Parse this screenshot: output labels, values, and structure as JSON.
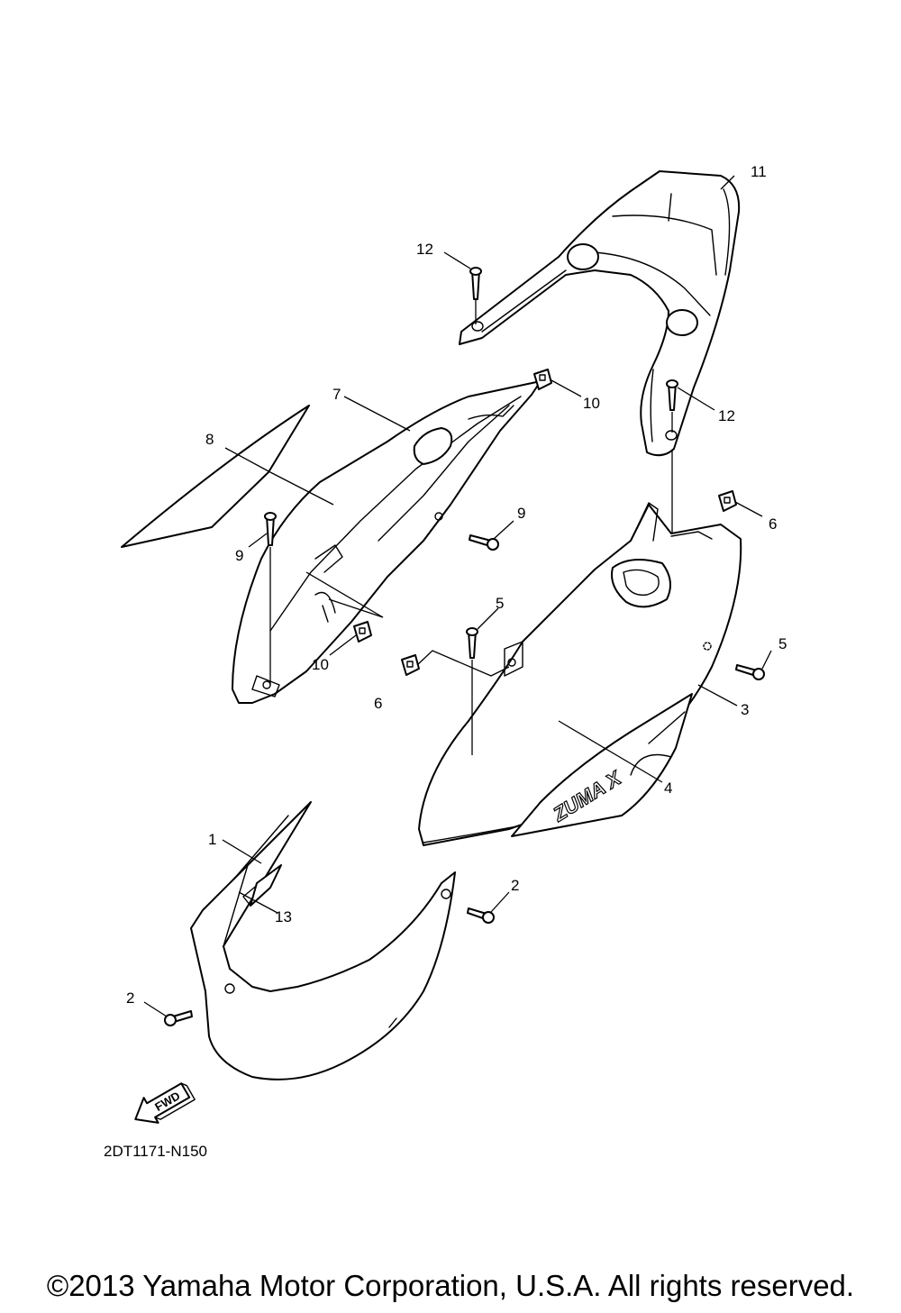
{
  "diagram": {
    "parts": [
      {
        "id": "p1",
        "label": "1"
      },
      {
        "id": "p2a",
        "label": "2"
      },
      {
        "id": "p2b",
        "label": "2"
      },
      {
        "id": "p3",
        "label": "3"
      },
      {
        "id": "p4",
        "label": "4"
      },
      {
        "id": "p5a",
        "label": "5"
      },
      {
        "id": "p5b",
        "label": "5"
      },
      {
        "id": "p6a",
        "label": "6"
      },
      {
        "id": "p6b",
        "label": "6"
      },
      {
        "id": "p7",
        "label": "7"
      },
      {
        "id": "p8",
        "label": "8"
      },
      {
        "id": "p9a",
        "label": "9"
      },
      {
        "id": "p9b",
        "label": "9"
      },
      {
        "id": "p10a",
        "label": "10"
      },
      {
        "id": "p10b",
        "label": "10"
      },
      {
        "id": "p11",
        "label": "11"
      },
      {
        "id": "p12a",
        "label": "12"
      },
      {
        "id": "p12b",
        "label": "12"
      },
      {
        "id": "p13",
        "label": "13"
      }
    ],
    "fwd_label": "FWD",
    "decal_text": "ZUMA X",
    "diagram_code": "2DT1171-N150"
  },
  "footer": {
    "copyright": "©2013 Yamaha Motor Corporation, U.S.A. All rights reserved."
  }
}
